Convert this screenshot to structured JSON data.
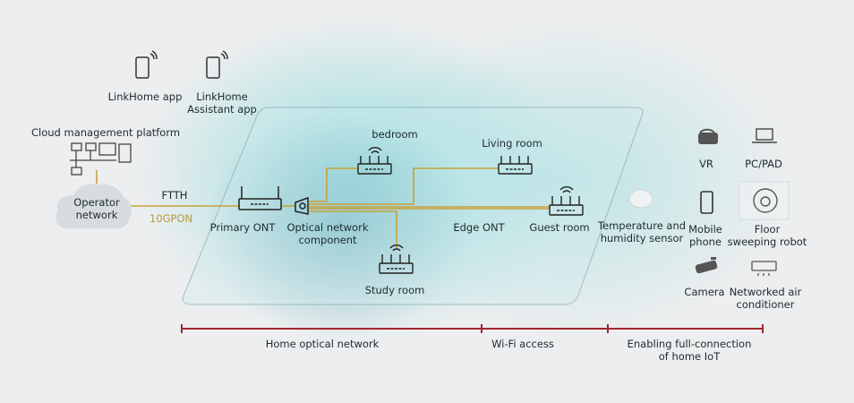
{
  "apps": {
    "linkhome": "LinkHome app",
    "assistant_1": "LinkHome",
    "assistant_2": "Assistant app"
  },
  "cloud_platform": "Cloud management platform",
  "operator_1": "Operator",
  "operator_2": "network",
  "ftth": "FTTH",
  "gpon": "10GPON",
  "primary_ont": "Primary ONT",
  "optical_1": "Optical network",
  "optical_2": "component",
  "rooms": {
    "bedroom": "bedroom",
    "living": "Living room",
    "guest": "Guest room",
    "study": "Study room"
  },
  "edge_ont": "Edge ONT",
  "iot": {
    "temp_1": "Temperature and",
    "temp_2": "humidity sensor",
    "vr": "VR",
    "pc": "PC/PAD",
    "mobile_1": "Mobile",
    "mobile_2": "phone",
    "robot_1": "Floor",
    "robot_2": "sweeping robot",
    "camera": "Camera",
    "ac_1": "Networked air",
    "ac_2": "conditioner"
  },
  "timeline": {
    "home": "Home optical network",
    "wifi": "Wi-Fi access",
    "iot_1": "Enabling full-connection",
    "iot_2": "of home IoT"
  },
  "colors": {
    "fiber": "#c9a23a",
    "timeline": "#a3262e",
    "gpon_text": "#b59a3c"
  }
}
